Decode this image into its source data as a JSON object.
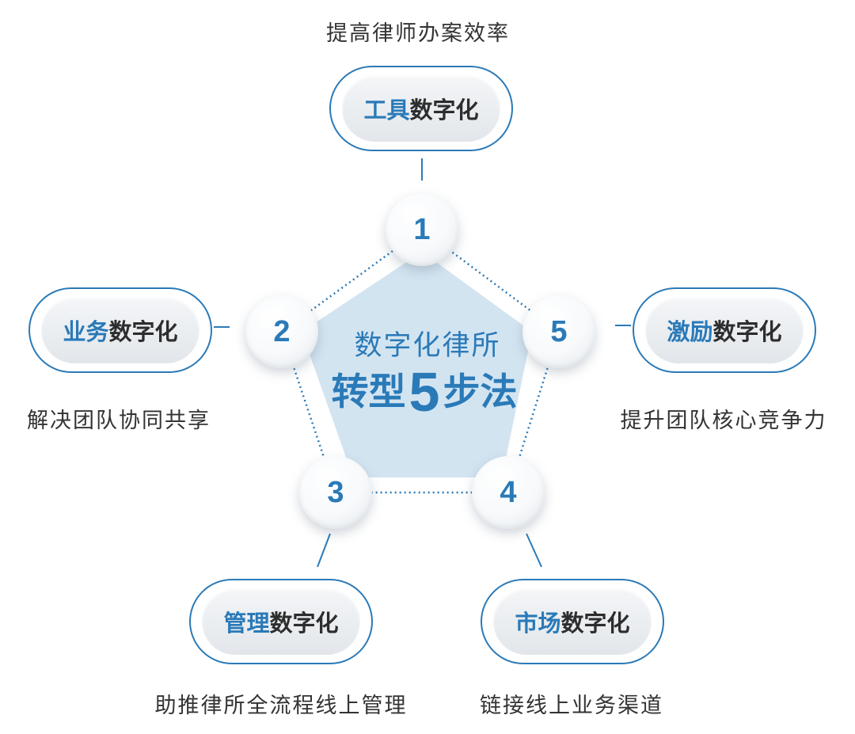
{
  "center": {
    "title": "数字化律所",
    "headline_prefix": "转型",
    "headline_number": "5",
    "headline_suffix": "步法"
  },
  "steps": [
    {
      "number": "1",
      "highlight": "工具",
      "rest": "数字化",
      "caption": "提高律师办案效率"
    },
    {
      "number": "2",
      "highlight": "业务",
      "rest": "数字化",
      "caption": "解决团队协同共享"
    },
    {
      "number": "3",
      "highlight": "管理",
      "rest": "数字化",
      "caption": "助推律所全流程线上管理"
    },
    {
      "number": "4",
      "highlight": "市场",
      "rest": "数字化",
      "caption": "链接线上业务渠道"
    },
    {
      "number": "5",
      "highlight": "激励",
      "rest": "数字化",
      "caption": "提升团队核心竞争力"
    }
  ],
  "colors": {
    "accent": "#2a7ab8",
    "pentagon_fill": "#d3e4f1",
    "text": "#333333"
  }
}
